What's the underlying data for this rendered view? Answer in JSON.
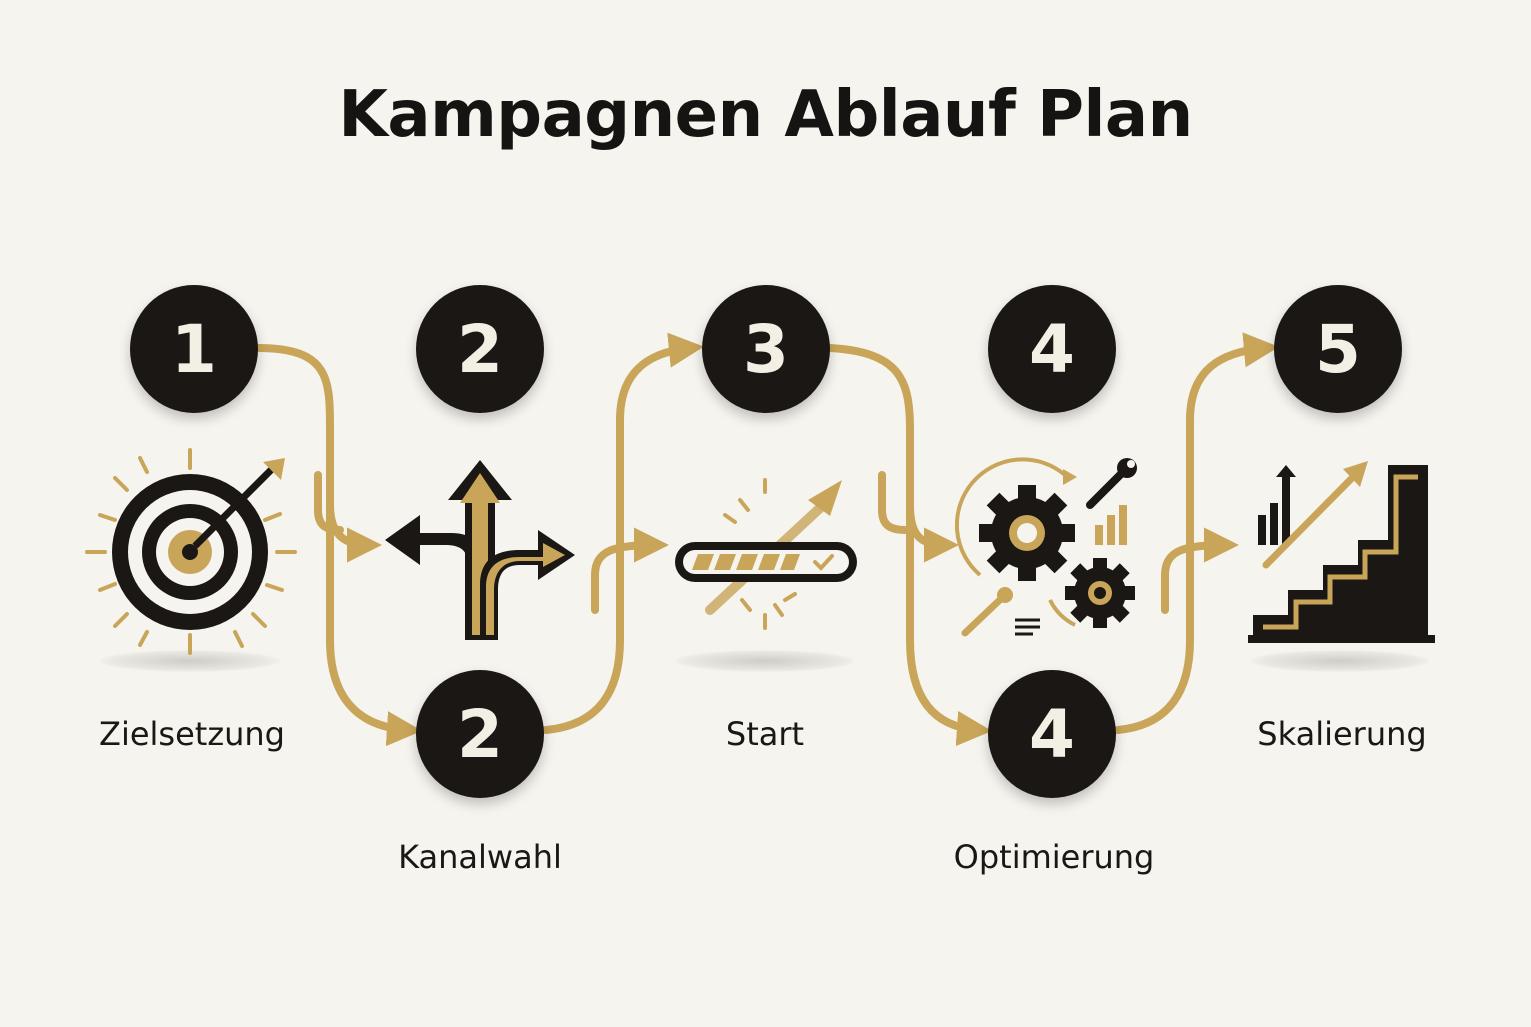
{
  "title": "Kampagnen Ablauf Plan",
  "colors": {
    "gold": "#c9a55a",
    "dark": "#1a1714",
    "background": "#f6f4ee"
  },
  "steps": [
    {
      "number": "1",
      "label": "Zielsetzung",
      "icon": "target-icon"
    },
    {
      "number": "2",
      "label": "Kanalwahl",
      "icon": "branching-arrows-icon"
    },
    {
      "number": "3",
      "label": "Start",
      "icon": "launch-progress-icon"
    },
    {
      "number": "4",
      "label": "Optimierung",
      "icon": "gears-tools-icon"
    },
    {
      "number": "5",
      "label": "Skalierung",
      "icon": "growth-stairs-icon"
    }
  ]
}
